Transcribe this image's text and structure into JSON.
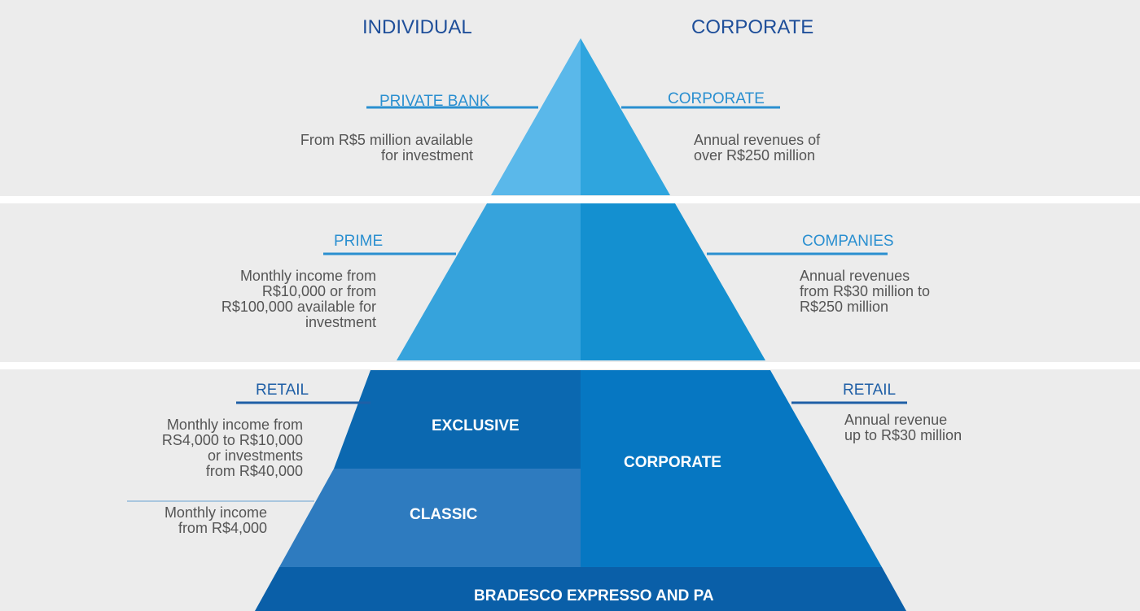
{
  "colors": {
    "band": "#ececec",
    "tier1_left": "#5ab8ea",
    "tier1_right": "#2fa5de",
    "tier2_left": "#36a3dc",
    "tier2_right": "#1490d0",
    "exclusive": "#0b68b0",
    "classic": "#2e7bbf",
    "corporate_retail": "#0677c2",
    "base": "#0a5fa8",
    "line_light": "#2a8fd0",
    "line_dark": "#1f5fa6"
  },
  "headers": {
    "individual": "INDIVIDUAL",
    "corporate": "CORPORATE"
  },
  "tier1": {
    "left_label": "PRIVATE BANK",
    "left_desc": [
      "From R$5 million available",
      "for investment"
    ],
    "right_label": "CORPORATE",
    "right_desc": [
      "Annual revenues of",
      "over R$250 million"
    ]
  },
  "tier2": {
    "left_label": "PRIME",
    "left_desc": [
      "Monthly income from",
      "R$10,000 or from",
      "R$100,000 available for",
      "investment"
    ],
    "right_label": "COMPANIES",
    "right_desc": [
      "Annual revenues",
      "from R$30 million to",
      "R$250 million"
    ]
  },
  "tier3": {
    "left_label": "RETAIL",
    "left_desc_a": [
      "Monthly income from",
      "RS4,000 to R$10,000",
      "or investments",
      "from R$40,000"
    ],
    "left_desc_b": [
      "Monthly income",
      "from R$4,000"
    ],
    "right_label": "RETAIL",
    "right_desc": [
      "Annual revenue",
      "up to R$30 million"
    ],
    "exclusive": "EXCLUSIVE",
    "classic": "CLASSIC",
    "corporate": "CORPORATE"
  },
  "base_label": "BRADESCO EXPRESSO AND PA"
}
